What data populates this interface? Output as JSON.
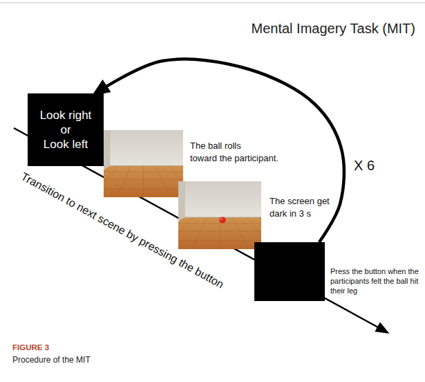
{
  "diagram": {
    "title": "Mental Imagery Task (MIT)",
    "caption": "Procedure of the MIT",
    "nodes": [
      {
        "text": [
          "Look right or Look left"
        ]
      },
      {
        "text": [
          "The ball rolls toward the participant."
        ]
      },
      {
        "text": [
          "The screen get dark in 3 s"
        ]
      },
      {
        "text": [
          "Press the button when the participants felt the ball hit their leg"
        ]
      }
    ],
    "edges": [
      {
        "from": 3,
        "to": 0,
        "arrow": "to",
        "label": "X 6"
      }
    ],
    "labels": [
      "FIGURE 3",
      "Transition to next scene by pressing the button"
    ]
  }
}
